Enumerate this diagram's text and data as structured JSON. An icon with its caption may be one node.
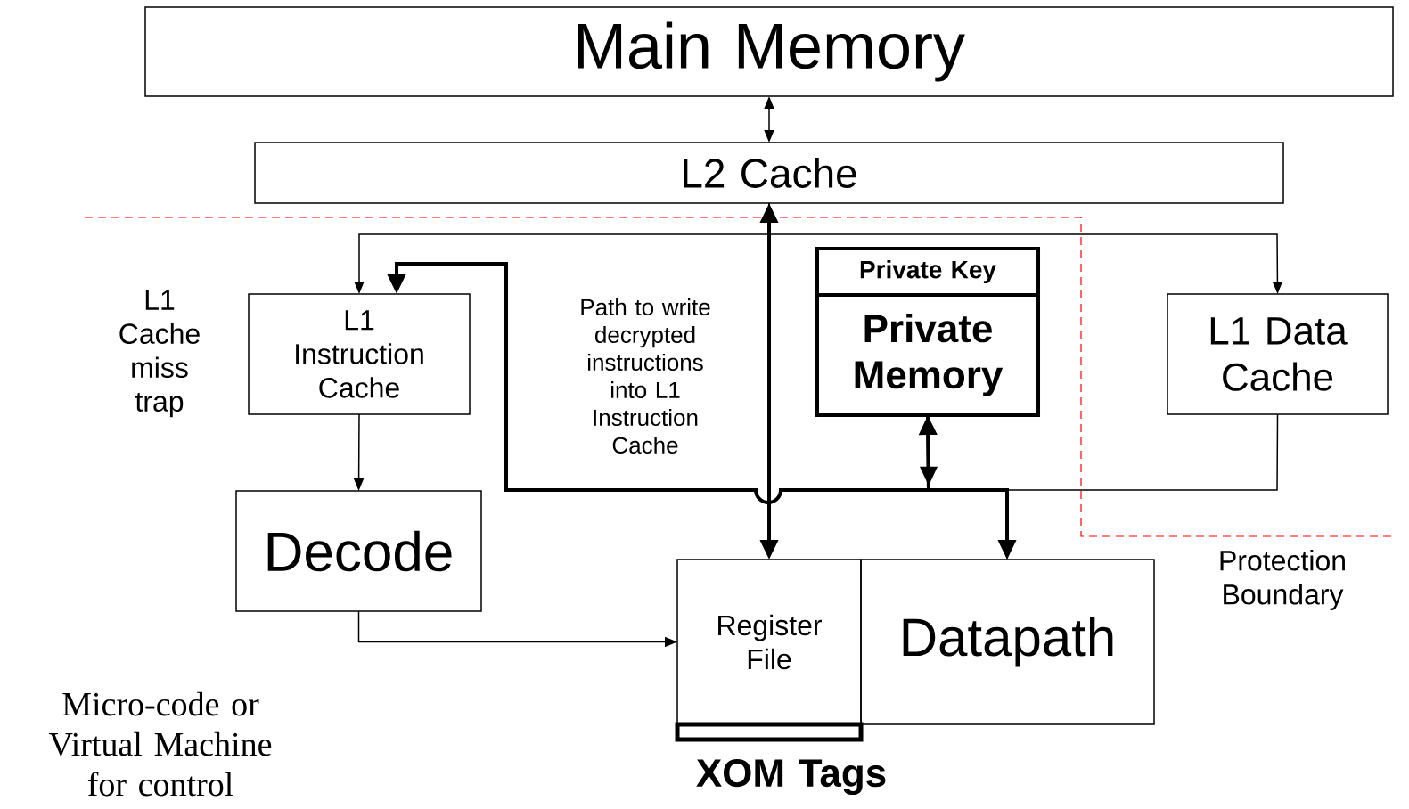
{
  "diagram": {
    "nodes": [
      {
        "text": [
          "Main Memory"
        ]
      },
      {
        "text": [
          "L2 Cache"
        ]
      },
      {
        "text": [
          "L1 Instruction Cache"
        ]
      },
      {
        "text": [
          "Private Key",
          "Private Memory"
        ]
      },
      {
        "text": [
          "L1 Data Cache"
        ]
      },
      {
        "text": [
          "Decode"
        ]
      },
      {
        "text": [
          "Register File"
        ]
      },
      {
        "text": [
          "Datapath"
        ]
      },
      {
        "text": [
          "XOM Tags"
        ]
      }
    ],
    "edges": [
      {
        "from": 0,
        "to": 1,
        "arrow": "both"
      },
      {
        "from": 1,
        "to": 6,
        "arrow": "both",
        "style": "thick"
      },
      {
        "from": 1,
        "to": 2,
        "arrow": "to"
      },
      {
        "from": 1,
        "to": 4,
        "arrow": "to"
      },
      {
        "from": 2,
        "to": 5,
        "arrow": "to"
      },
      {
        "from": 5,
        "to": 6,
        "arrow": "to"
      },
      {
        "from": 3,
        "to": 2,
        "arrow": "both",
        "style": "thick"
      },
      {
        "from": 3,
        "to": 7,
        "arrow": "to",
        "style": "thick"
      },
      {
        "from": 4,
        "to": 7,
        "arrow": "to"
      }
    ],
    "labels": [
      "L1 Cache miss trap",
      "Path to write decrypted instructions into L1 Instruction Cache",
      "Protection Boundary",
      "Micro-code or Virtual Machine for control"
    ]
  }
}
